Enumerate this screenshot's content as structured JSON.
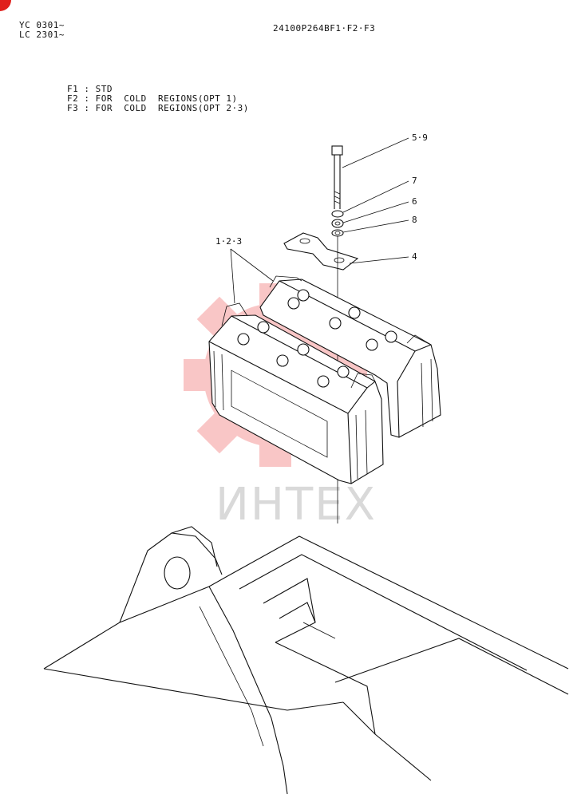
{
  "header": {
    "serials": [
      "YC 0301~",
      "LC 2301~"
    ],
    "part_number": "24100P264BF1·F2·F3"
  },
  "legend": [
    "F1 : STD",
    "F2 : FOR  COLD  REGIONS(OPT 1)",
    "F3 : FOR  COLD  REGIONS(OPT 2·3)"
  ],
  "callouts": {
    "bolt": "5·9",
    "washer_top": "7",
    "nut": "6",
    "washer_bottom": "8",
    "bracket": "4",
    "battery": "1·2·3"
  },
  "watermark": {
    "text": "ИНТЕХ",
    "color": "#f5a8a8"
  }
}
